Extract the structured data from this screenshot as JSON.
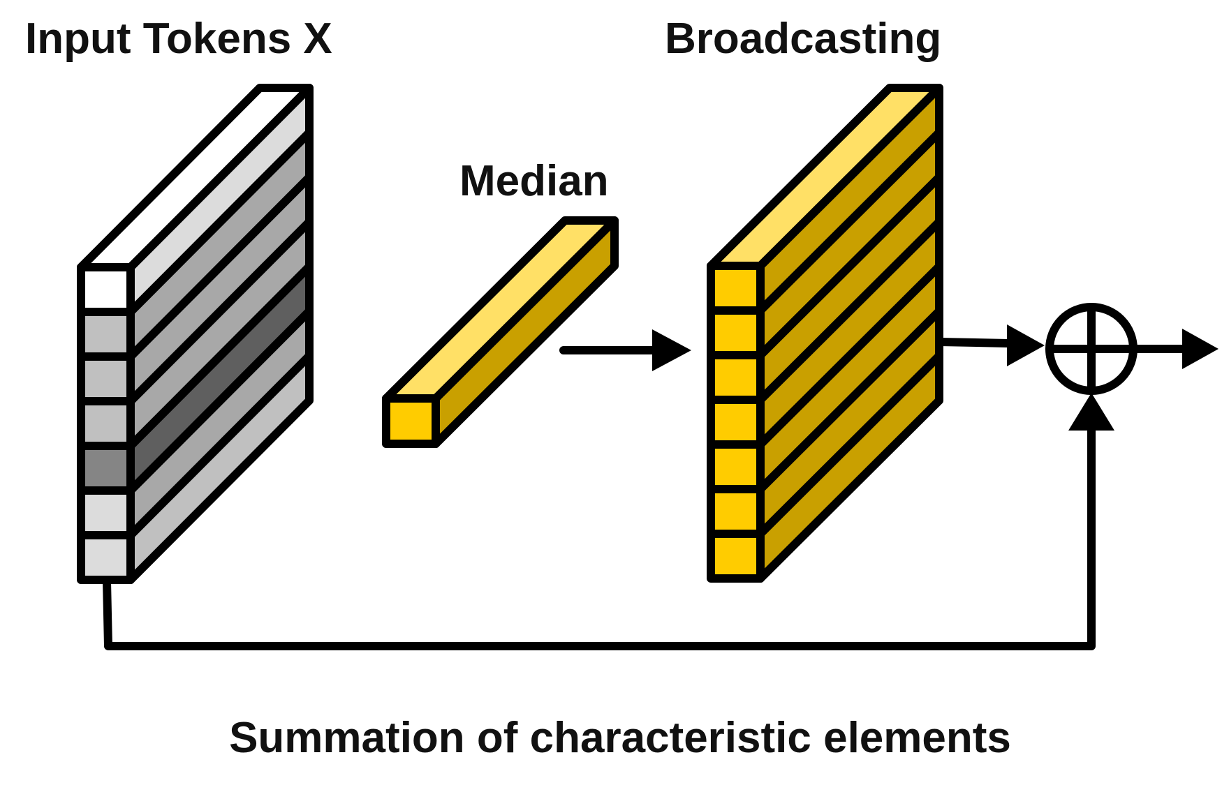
{
  "labels": {
    "input_tokens": "Input Tokens X",
    "broadcasting": "Broadcasting",
    "median": "Median",
    "summation": "Summation of characteristic elements"
  },
  "icons": {
    "sum_operator": "circle-plus-icon"
  },
  "colors": {
    "outline": "#000000",
    "gold_front": "#FFCC00",
    "gold_top": "#FFE066",
    "gold_side": "#C9A000",
    "gray_top": "#FFFFFF",
    "gray_light": "#DCDCDC",
    "gray_mid": "#C0C0C0",
    "gray_dark": "#858585",
    "gray_darker": "#5F5F5F"
  }
}
